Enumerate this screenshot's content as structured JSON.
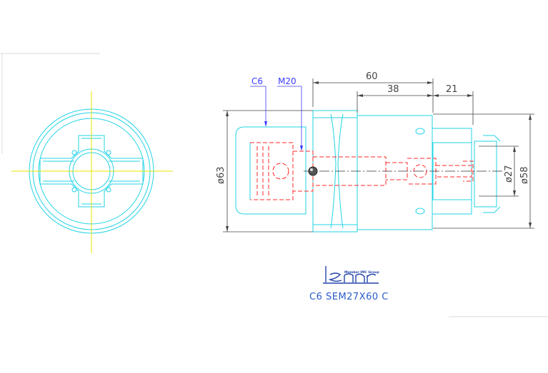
{
  "colors": {
    "outline": "#22d3e6",
    "centerline": "#e6e600",
    "hidden": "#ff2a2a",
    "dimension": "#444444",
    "callout": "#3a3aff",
    "title": "#2a5bc9",
    "logo": "#2244aa"
  },
  "dimensions": {
    "overall_length": "60",
    "length_38": "38",
    "length_21": "21",
    "dia_63": "ø63",
    "dia_27": "ø27",
    "dia_58": "ø58"
  },
  "callouts": {
    "collet": "C6",
    "thread": "M20"
  },
  "logo": {
    "tagline": "Member IMC Group",
    "icon": "iscar-logo-icon"
  },
  "title": "C6 SEM27X60 C"
}
